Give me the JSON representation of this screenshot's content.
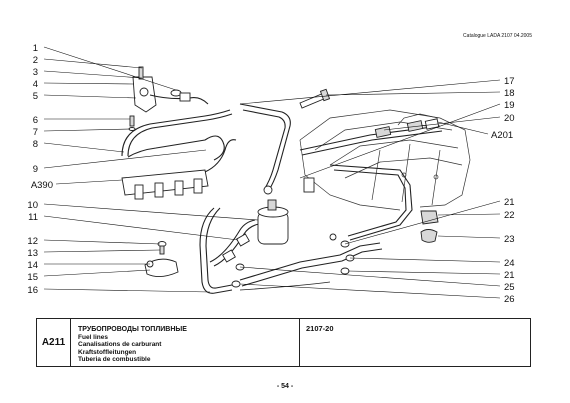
{
  "header": {
    "catalog": "Catalogue LADA 2107  04.2005"
  },
  "callouts": {
    "left": [
      "1",
      "2",
      "3",
      "4",
      "5",
      "6",
      "7",
      "8",
      "9",
      "A390",
      "10",
      "11",
      "12",
      "13",
      "14",
      "15",
      "16"
    ],
    "right": [
      "17",
      "18",
      "19",
      "20",
      "A201",
      "21",
      "22",
      "23",
      "24",
      "21",
      "25",
      "26"
    ]
  },
  "info": {
    "code": "A211",
    "title_ru": "ТРУБОПРОВОДЫ ТОПЛИВНЫЕ",
    "title_en": "Fuel lines",
    "title_fr": "Canalisations de carburant",
    "title_de": "Kraftstoffleitungen",
    "title_es": "Tuberia de combustible",
    "model": "2107-20"
  },
  "footer": {
    "page": "- 54 -"
  }
}
